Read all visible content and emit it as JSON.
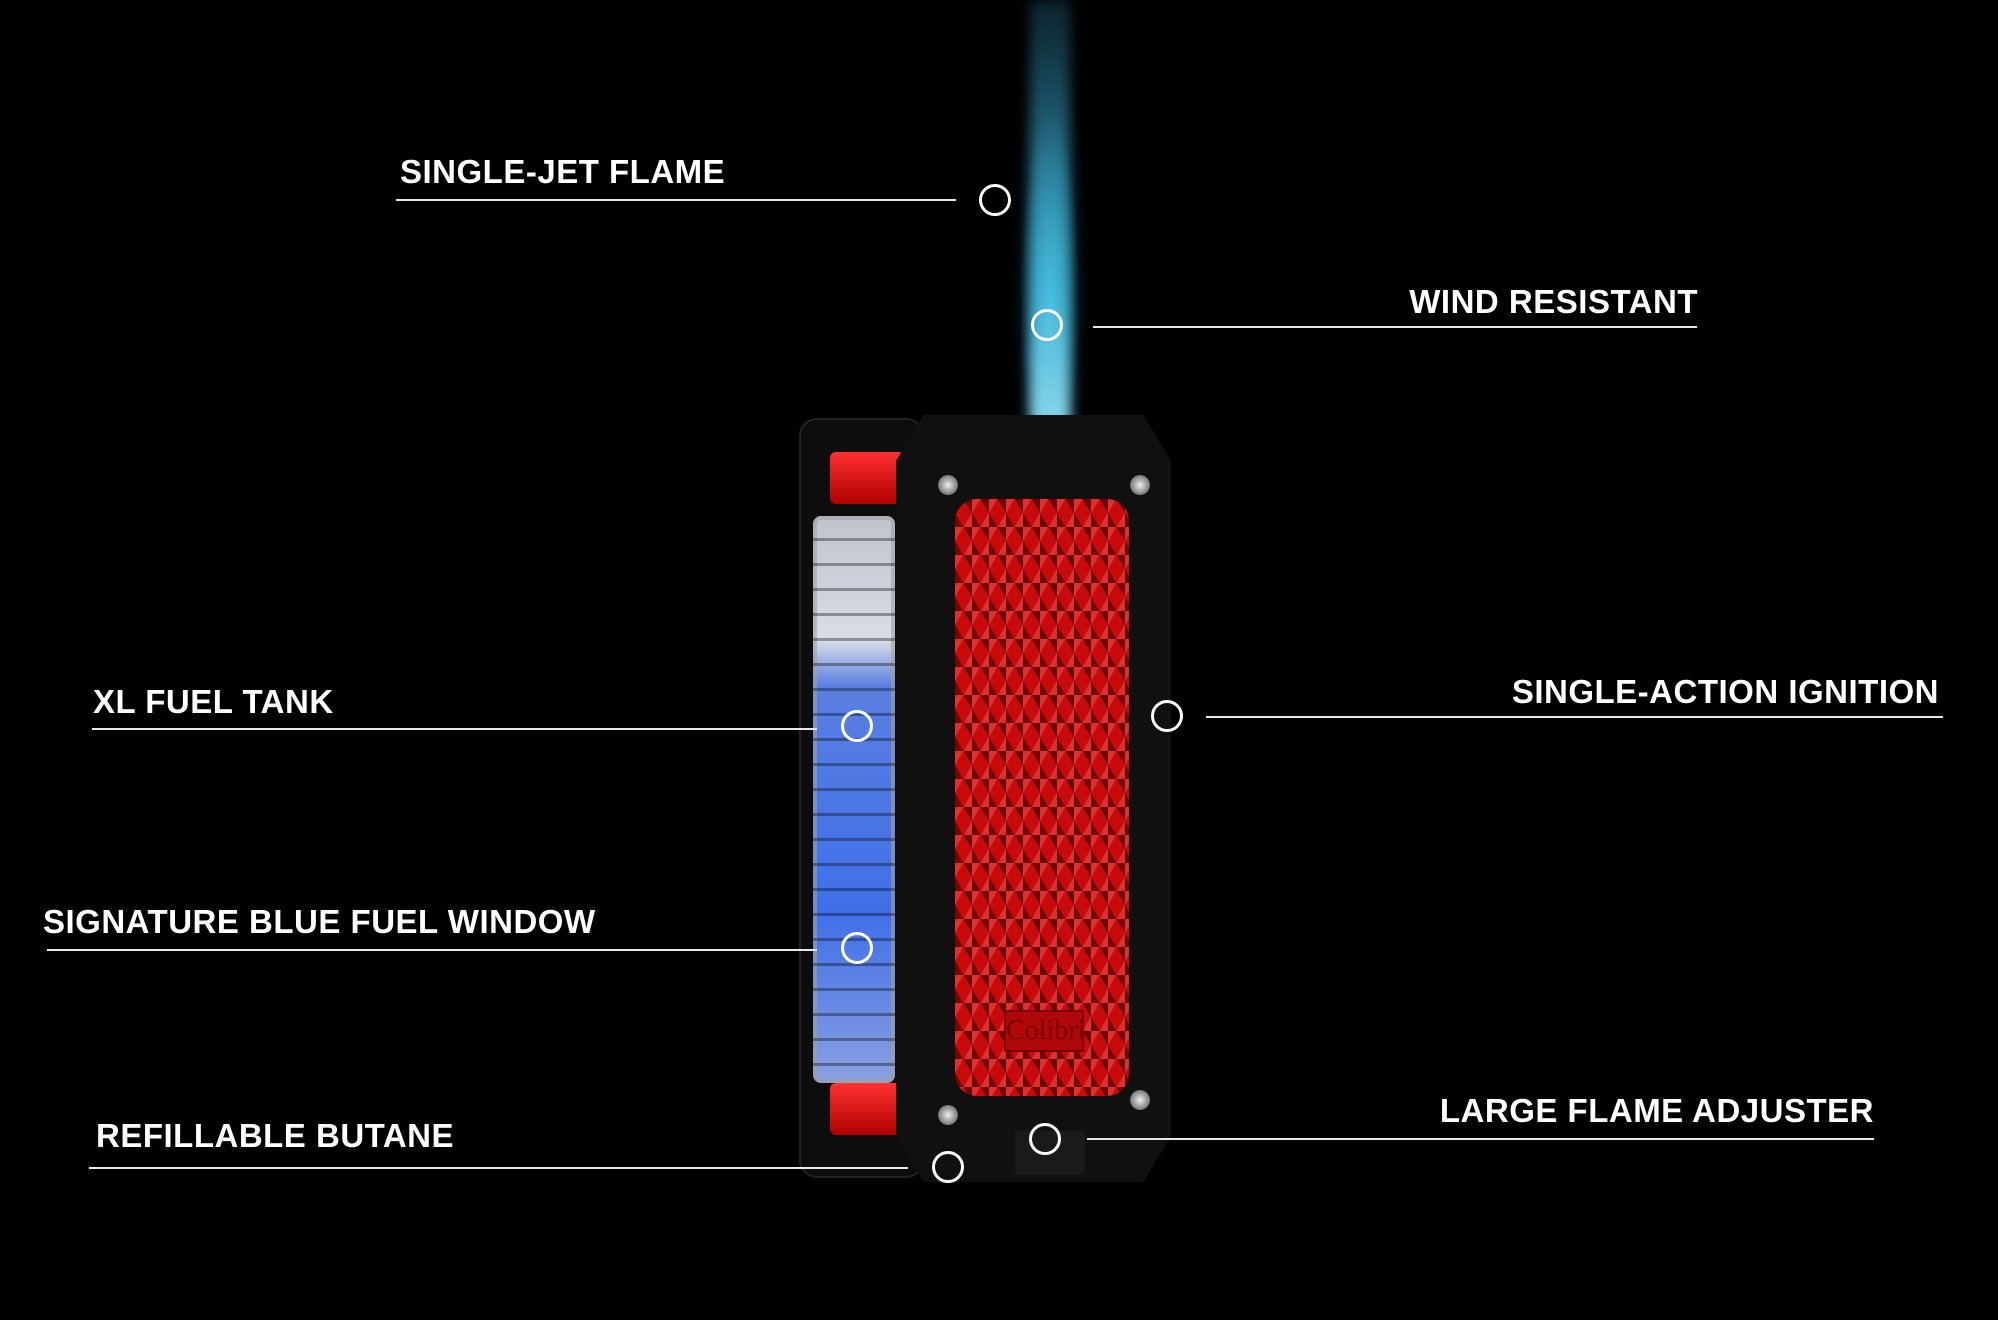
{
  "callouts": {
    "single_jet_flame": "SINGLE-JET FLAME",
    "wind_resistant": "WIND RESISTANT",
    "xl_fuel_tank": "XL FUEL TANK",
    "single_action_ignition": "SINGLE-ACTION IGNITION",
    "signature_blue_fuel_window": "SIGNATURE BLUE FUEL WINDOW",
    "large_flame_adjuster": "LARGE FLAME ADJUSTER",
    "refillable_butane": "REFILLABLE BUTANE"
  },
  "product": {
    "logo": "Colibri"
  },
  "colors": {
    "background": "#000000",
    "accent_red": "#c80a0a",
    "flame_blue": "#50c8e6",
    "fuel_blue": "#3f6fe8"
  }
}
